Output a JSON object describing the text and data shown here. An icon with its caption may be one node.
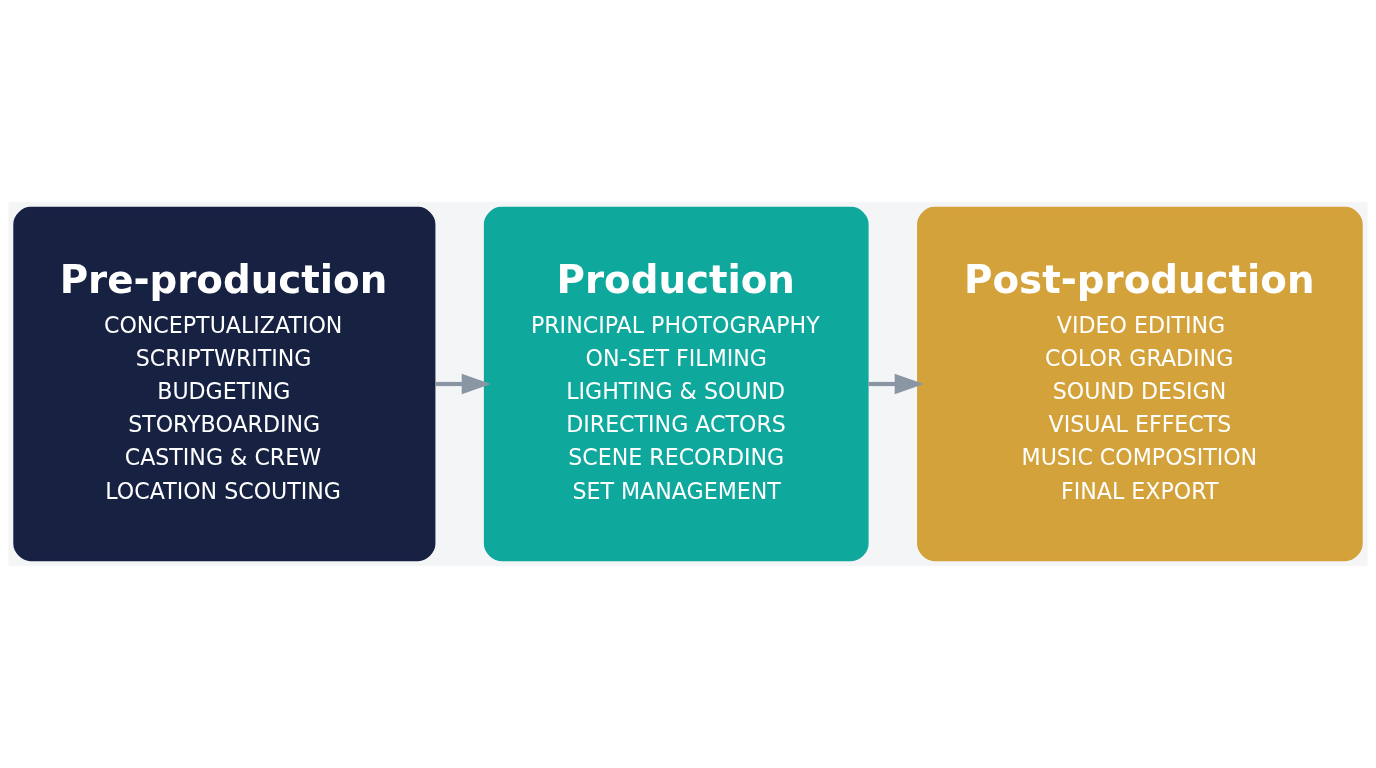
{
  "diagram": {
    "nodes": [
      {
        "text": [
          "Pre-production",
          "CONCEPTUALIZATION",
          "SCRIPTWRITING",
          "BUDGETING",
          "STORYBOARDING",
          "CASTING & CREW",
          "LOCATION SCOUTING"
        ]
      },
      {
        "text": [
          "Production",
          "PRINCIPAL PHOTOGRAPHY",
          "ON-SET FILMING",
          "LIGHTING & SOUND",
          "DIRECTING ACTORS",
          "SCENE RECORDING",
          "SET MANAGEMENT"
        ]
      },
      {
        "text": [
          "Post-production",
          "VIDEO EDITING",
          "COLOR GRADING",
          "SOUND DESIGN",
          "VISUAL EFFECTS",
          "MUSIC COMPOSITION",
          "FINAL EXPORT"
        ]
      }
    ],
    "edges": [
      {
        "from": 0,
        "to": 1,
        "arrow": "to"
      },
      {
        "from": 1,
        "to": 2,
        "arrow": "to"
      }
    ]
  }
}
